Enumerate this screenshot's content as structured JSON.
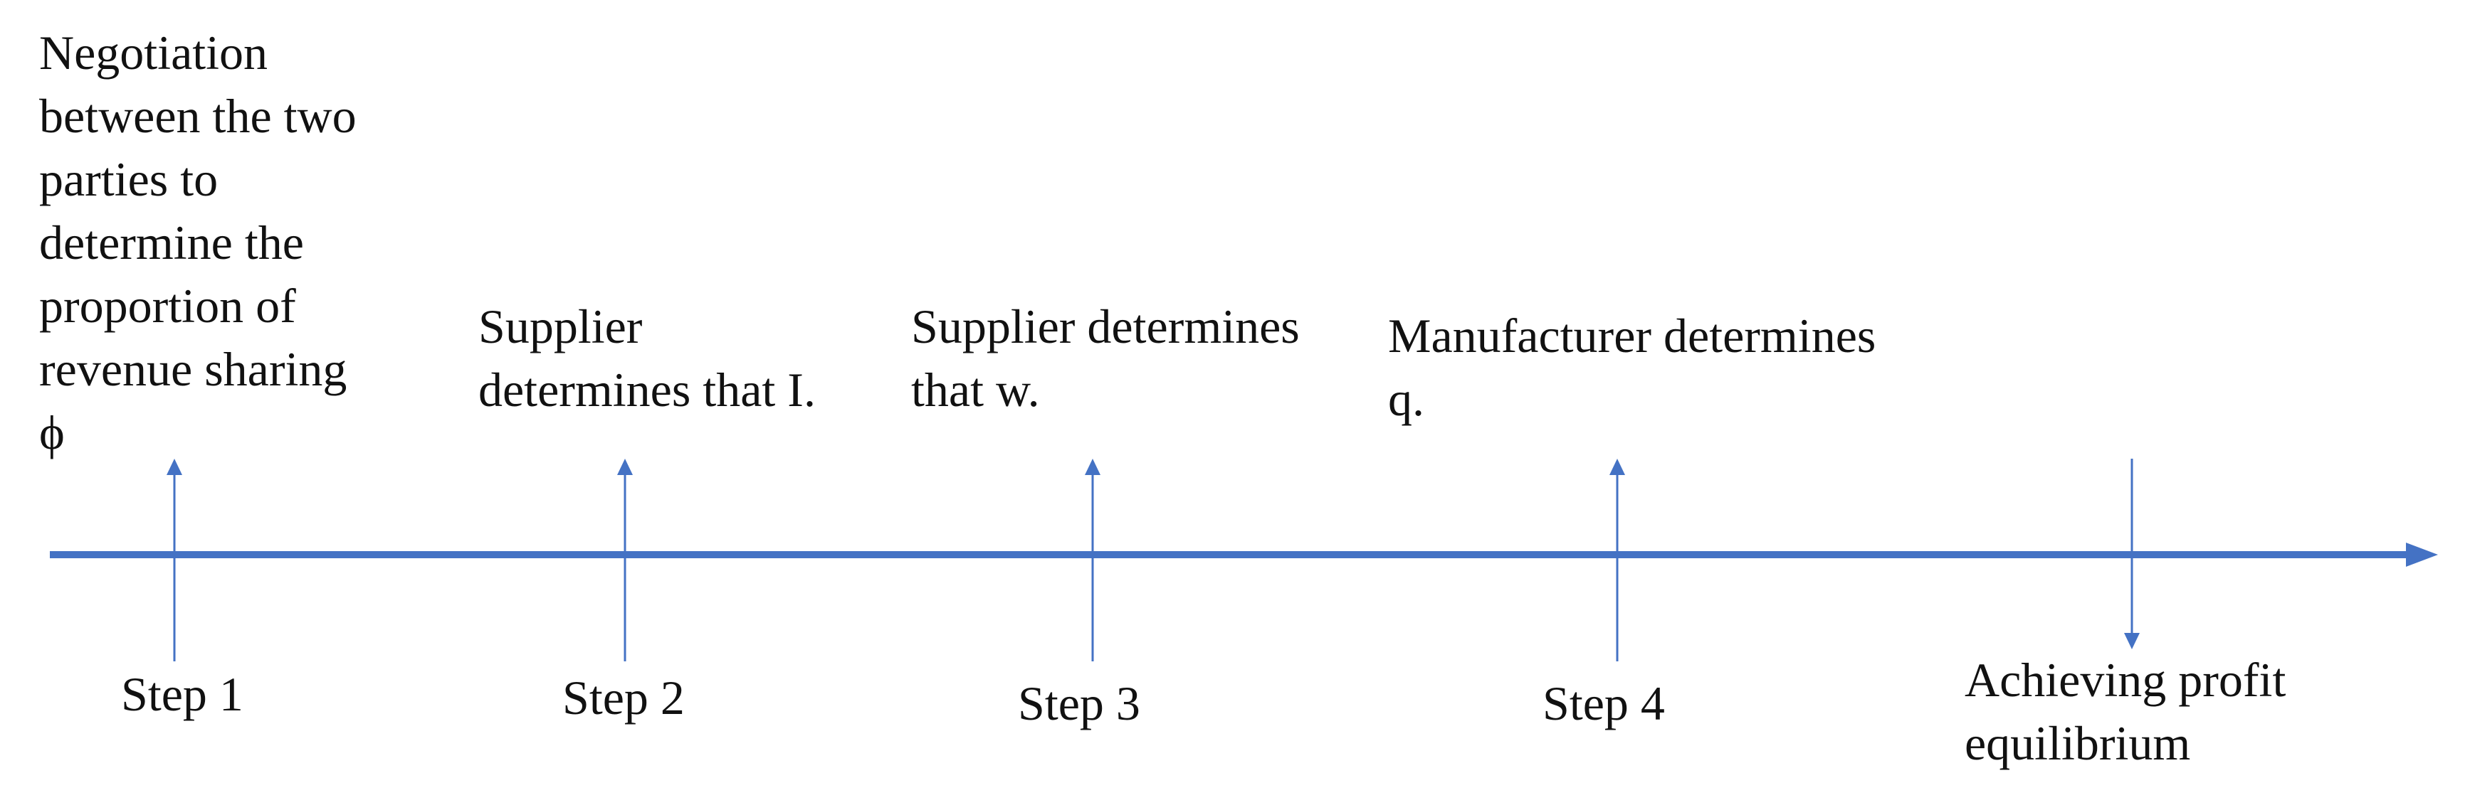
{
  "steps": [
    {
      "description": "Negotiation\nbetween the two\nparties to\ndetermine the\nproportion of\nrevenue sharing\nϕ",
      "label": "Step 1"
    },
    {
      "description": "Supplier\ndetermines that I.",
      "label": "Step 2"
    },
    {
      "description": "Supplier determines\nthat w.",
      "label": "Step 3"
    },
    {
      "description": "Manufacturer determines\nq.",
      "label": "Step 4"
    }
  ],
  "outcome": {
    "label": "Achieving profit\nequilibrium"
  },
  "colors": {
    "timeline": "#4472C4",
    "arrows": "#4472C4",
    "text": "#111111"
  }
}
